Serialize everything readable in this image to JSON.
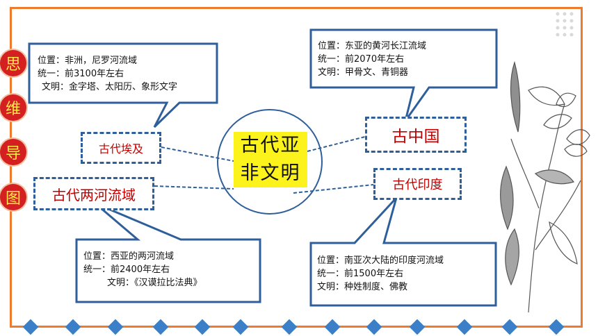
{
  "side_title": [
    "思",
    "维",
    "导",
    "图"
  ],
  "center": {
    "line1": "古代亚",
    "line2": "非文明"
  },
  "nodes": {
    "egypt": "古代埃及",
    "mesopotamia": "古代两河流域",
    "china": "古中国",
    "india": "古代印度"
  },
  "info": {
    "egypt": [
      "位置：非洲，尼罗河流域",
      "统一：前3100年左右",
      "文明：金字塔、太阳历、象形文字"
    ],
    "mesopotamia": [
      "位置：西亚的两河流域",
      "统一：前2400年左右",
      "文明：《汉谟拉比法典》"
    ],
    "china": [
      "位置：东亚的黄河长江流域",
      "统一：前2070年左右",
      "文明：甲骨文、青铜器"
    ],
    "india": [
      "位置：南亚次大陆的印度河流域",
      "统一：前1500年左右",
      "文明：种姓制度、佛教"
    ]
  },
  "colors": {
    "frame": "#ee7a2e",
    "node_border": "#2f5f9a",
    "node_text": "#c00000",
    "highlight": "#fbf31b",
    "side_badge": "#d42020"
  }
}
